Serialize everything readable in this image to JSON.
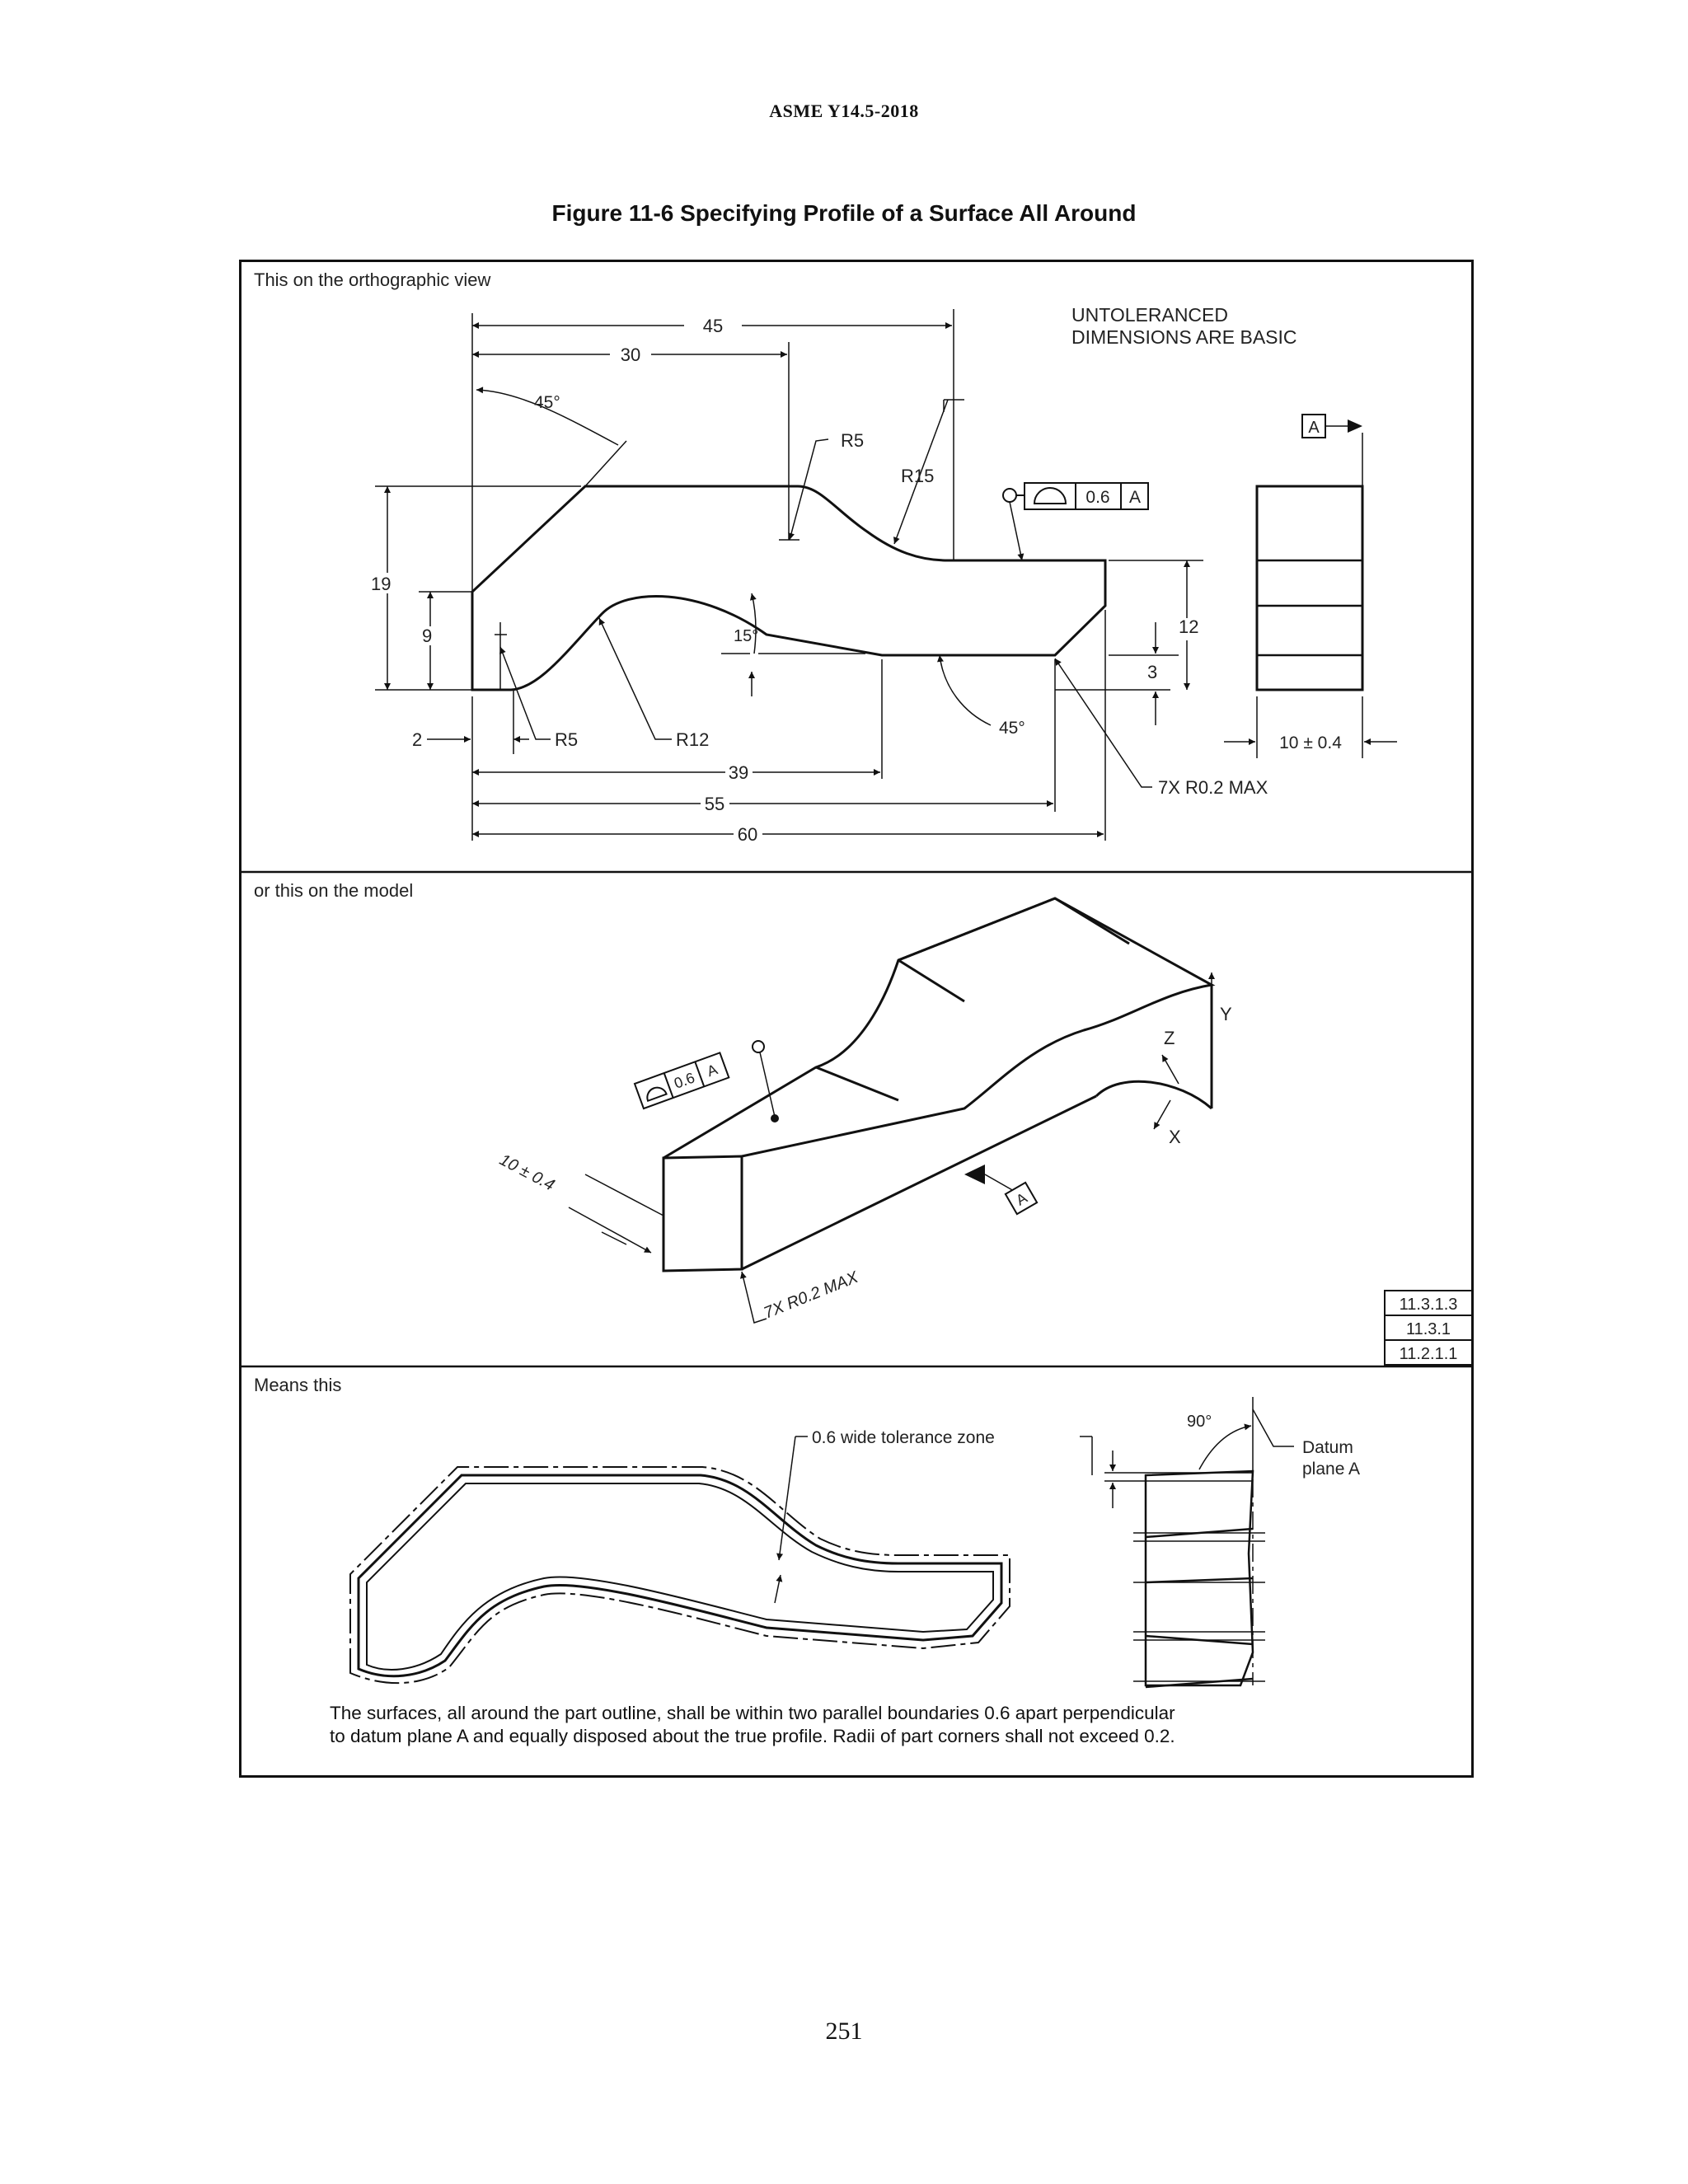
{
  "header": "ASME Y14.5-2018",
  "figure_title": "Figure 11-6 Specifying Profile of a Surface All Around",
  "page_number": "251",
  "panel1": {
    "label": "This on the orthographic view",
    "note_line1": "UNTOLERANCED",
    "note_line2": "DIMENSIONS ARE BASIC",
    "datum_label": "A",
    "fcf": {
      "tolerance": "0.6",
      "datum": "A"
    },
    "dims": {
      "d45": "45",
      "d30": "30",
      "angle_top": "45°",
      "r5_top": "R5",
      "r15": "R15",
      "d19": "19",
      "d9": "9",
      "d12": "12",
      "d3": "3",
      "angle15": "15°",
      "d2": "2",
      "r5_bottom": "R5",
      "r12": "R12",
      "angle_bottom": "45°",
      "d39": "39",
      "d55": "55",
      "d60": "60",
      "radius_note": "7X R0.2 MAX",
      "thickness": "10 ± 0.4"
    }
  },
  "panel2": {
    "label": "or this on the model",
    "fcf": {
      "tolerance": "0.6",
      "datum": "A"
    },
    "thickness": "10 ± 0.4",
    "radius_note": "7X R0.2 MAX",
    "datum_label": "A",
    "axis_x": "X",
    "axis_y": "Y",
    "axis_z": "Z",
    "refs": [
      "11.3.1.3",
      "11.3.1",
      "11.2.1.1"
    ]
  },
  "panel3": {
    "label": "Means this",
    "zone_label": "0.6 wide tolerance zone",
    "angle": "90°",
    "datum_line1": "Datum",
    "datum_line2": "plane A",
    "caption_line1": "The surfaces, all around the part outline, shall be within two parallel boundaries 0.6 apart perpendicular",
    "caption_line2": "to datum plane A and equally disposed about the true profile. Radii of part corners shall not exceed 0.2."
  }
}
